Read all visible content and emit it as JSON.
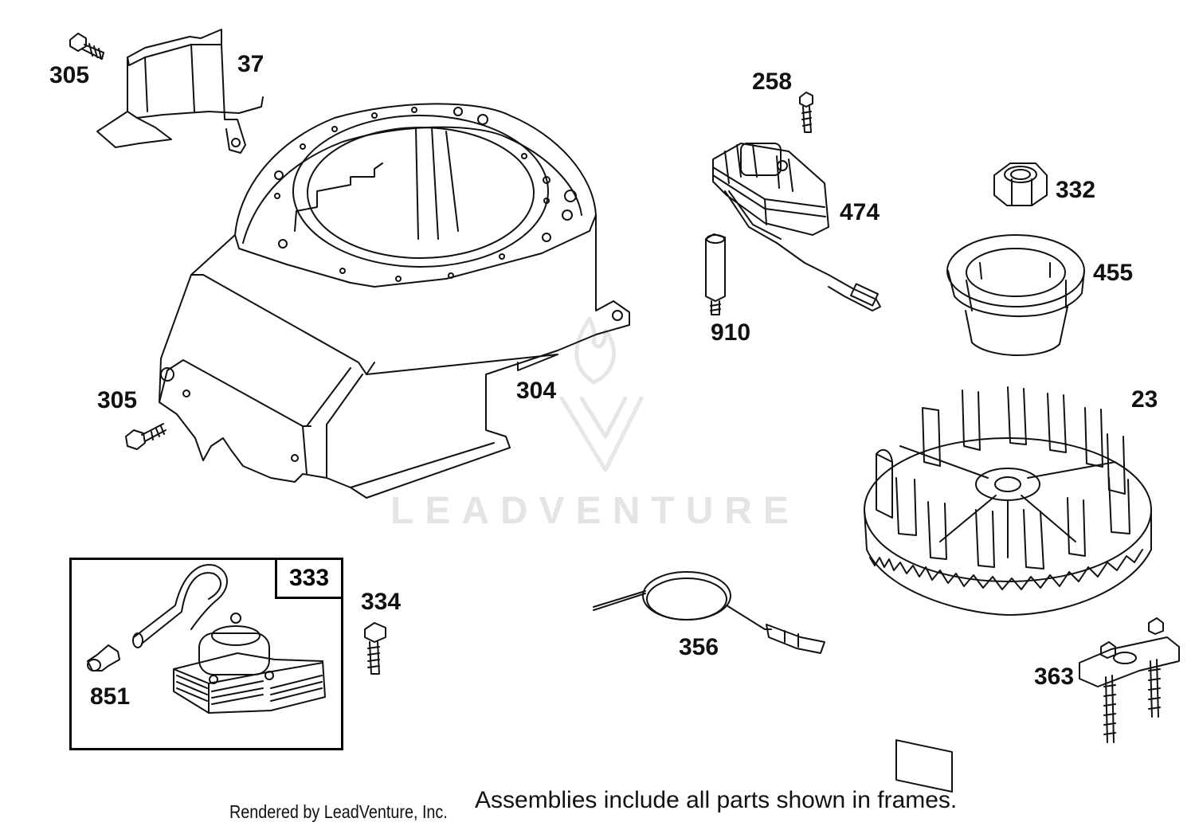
{
  "callouts": {
    "c305a": "305",
    "c37": "37",
    "c258": "258",
    "c474": "474",
    "c332": "332",
    "c455": "455",
    "c910": "910",
    "c305b": "305",
    "c304": "304",
    "c23": "23",
    "c333": "333",
    "c334": "334",
    "c356": "356",
    "c851": "851",
    "c363": "363"
  },
  "watermark": "LEADVENTURE",
  "footer": {
    "credit": "Rendered by LeadVenture, Inc.",
    "note": "Assemblies include all parts shown in frames."
  }
}
